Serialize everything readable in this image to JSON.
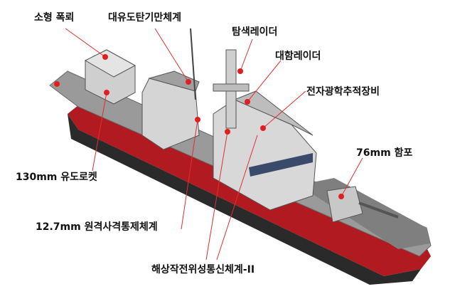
{
  "diagram": {
    "labels": {
      "small_gun": "소형 폭뢰",
      "anti_torpedo": "대유도탄기만체계",
      "search_radar": "탐색레이더",
      "ship_radar": "대함레이더",
      "eo_tracker": "전자광학추적장비",
      "main_gun": "76mm 함포",
      "rocket": "130mm 유도로켓",
      "rcws": "12.7mm 원격사격통제체계",
      "satcom": "해상작전위성통신체계-II"
    },
    "colors": {
      "leader": "#e03030",
      "marker": "#e02020",
      "hull_red": "#b01a20",
      "hull_dark": "#222222",
      "superstructure": "#d8d8d8",
      "deck": "#8a8a8a"
    },
    "icons": [
      "ship-illustration",
      "marker-dot"
    ]
  }
}
